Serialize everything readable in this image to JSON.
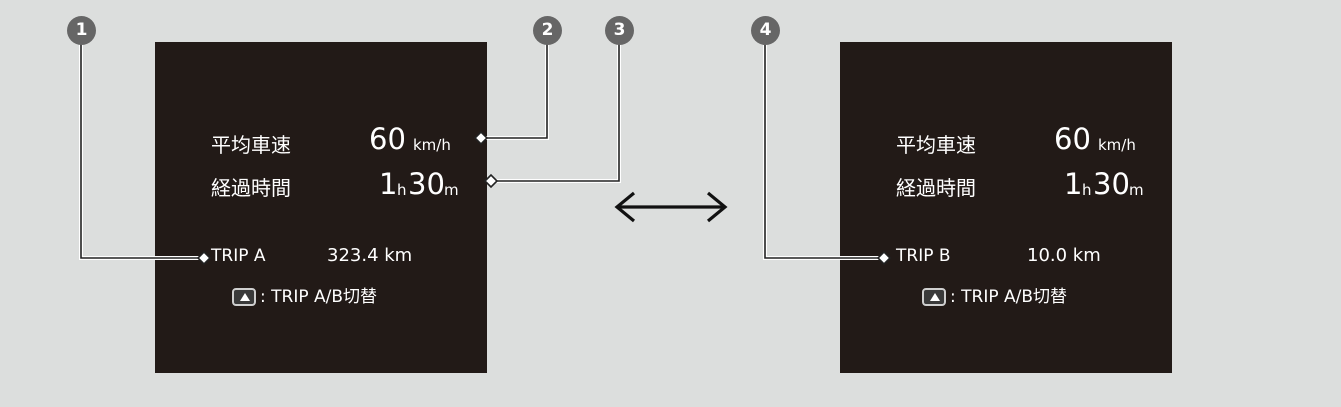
{
  "callouts": [
    "1",
    "2",
    "3",
    "4"
  ],
  "panel_a": {
    "avg_speed_label": "平均車速",
    "avg_speed_value": "60",
    "avg_speed_unit": "km/h",
    "elapsed_label": "経過時間",
    "elapsed_hours": "1",
    "hours_unit": "h",
    "elapsed_minutes": "30",
    "minutes_unit": "m",
    "trip_label": "TRIP A",
    "trip_distance": "323.4 km",
    "switch_hint": ": TRIP A/B切替"
  },
  "panel_b": {
    "avg_speed_label": "平均車速",
    "avg_speed_value": "60",
    "avg_speed_unit": "km/h",
    "elapsed_label": "経過時間",
    "elapsed_hours": "1",
    "hours_unit": "h",
    "elapsed_minutes": "30",
    "minutes_unit": "m",
    "trip_label": "TRIP B",
    "trip_distance": "10.0 km",
    "switch_hint": ": TRIP A/B切替"
  },
  "icons": {
    "toggle_arrow": "double-headed-arrow",
    "switch_button": "steering-switch-button"
  },
  "colors": {
    "background": "#dcdedd",
    "panel": "#221a17",
    "callout": "#666666",
    "leader": "#ffffff"
  }
}
